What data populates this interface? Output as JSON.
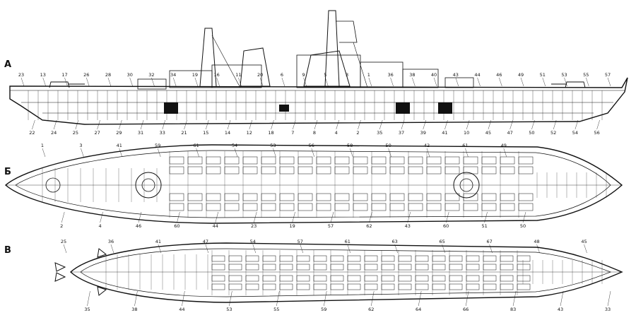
{
  "sections": [
    {
      "label": "А",
      "view": "profile"
    },
    {
      "label": "Б",
      "view": "deck-plan"
    },
    {
      "label": "В",
      "view": "lower-deck-plan"
    }
  ],
  "callouts_profile": [
    "23",
    "22",
    "13",
    "24",
    "17",
    "25",
    "26",
    "27",
    "28",
    "29",
    "30",
    "31",
    "32",
    "33",
    "34",
    "21",
    "19",
    "15",
    "16",
    "14",
    "11",
    "12",
    "20",
    "18",
    "6",
    "7",
    "9",
    "8",
    "5",
    "4",
    "3",
    "2",
    "1",
    "35",
    "36",
    "37",
    "38",
    "39",
    "40",
    "41",
    "43",
    "10",
    "44",
    "45",
    "46",
    "47",
    "49",
    "50",
    "51",
    "52",
    "53",
    "54",
    "55",
    "56",
    "57"
  ],
  "callouts_deck": [
    "1",
    "2",
    "3",
    "4",
    "41",
    "46",
    "59",
    "60",
    "61",
    "44",
    "54",
    "23",
    "53",
    "19",
    "56",
    "57",
    "58",
    "62",
    "50",
    "43",
    "42",
    "60",
    "61",
    "51",
    "49",
    "50"
  ],
  "callouts_lower": [
    "25",
    "35",
    "36",
    "38",
    "41",
    "44",
    "47",
    "53",
    "54",
    "55",
    "57",
    "59",
    "61",
    "62",
    "63",
    "64",
    "65",
    "66",
    "67",
    "83",
    "48",
    "43",
    "45",
    "33"
  ]
}
